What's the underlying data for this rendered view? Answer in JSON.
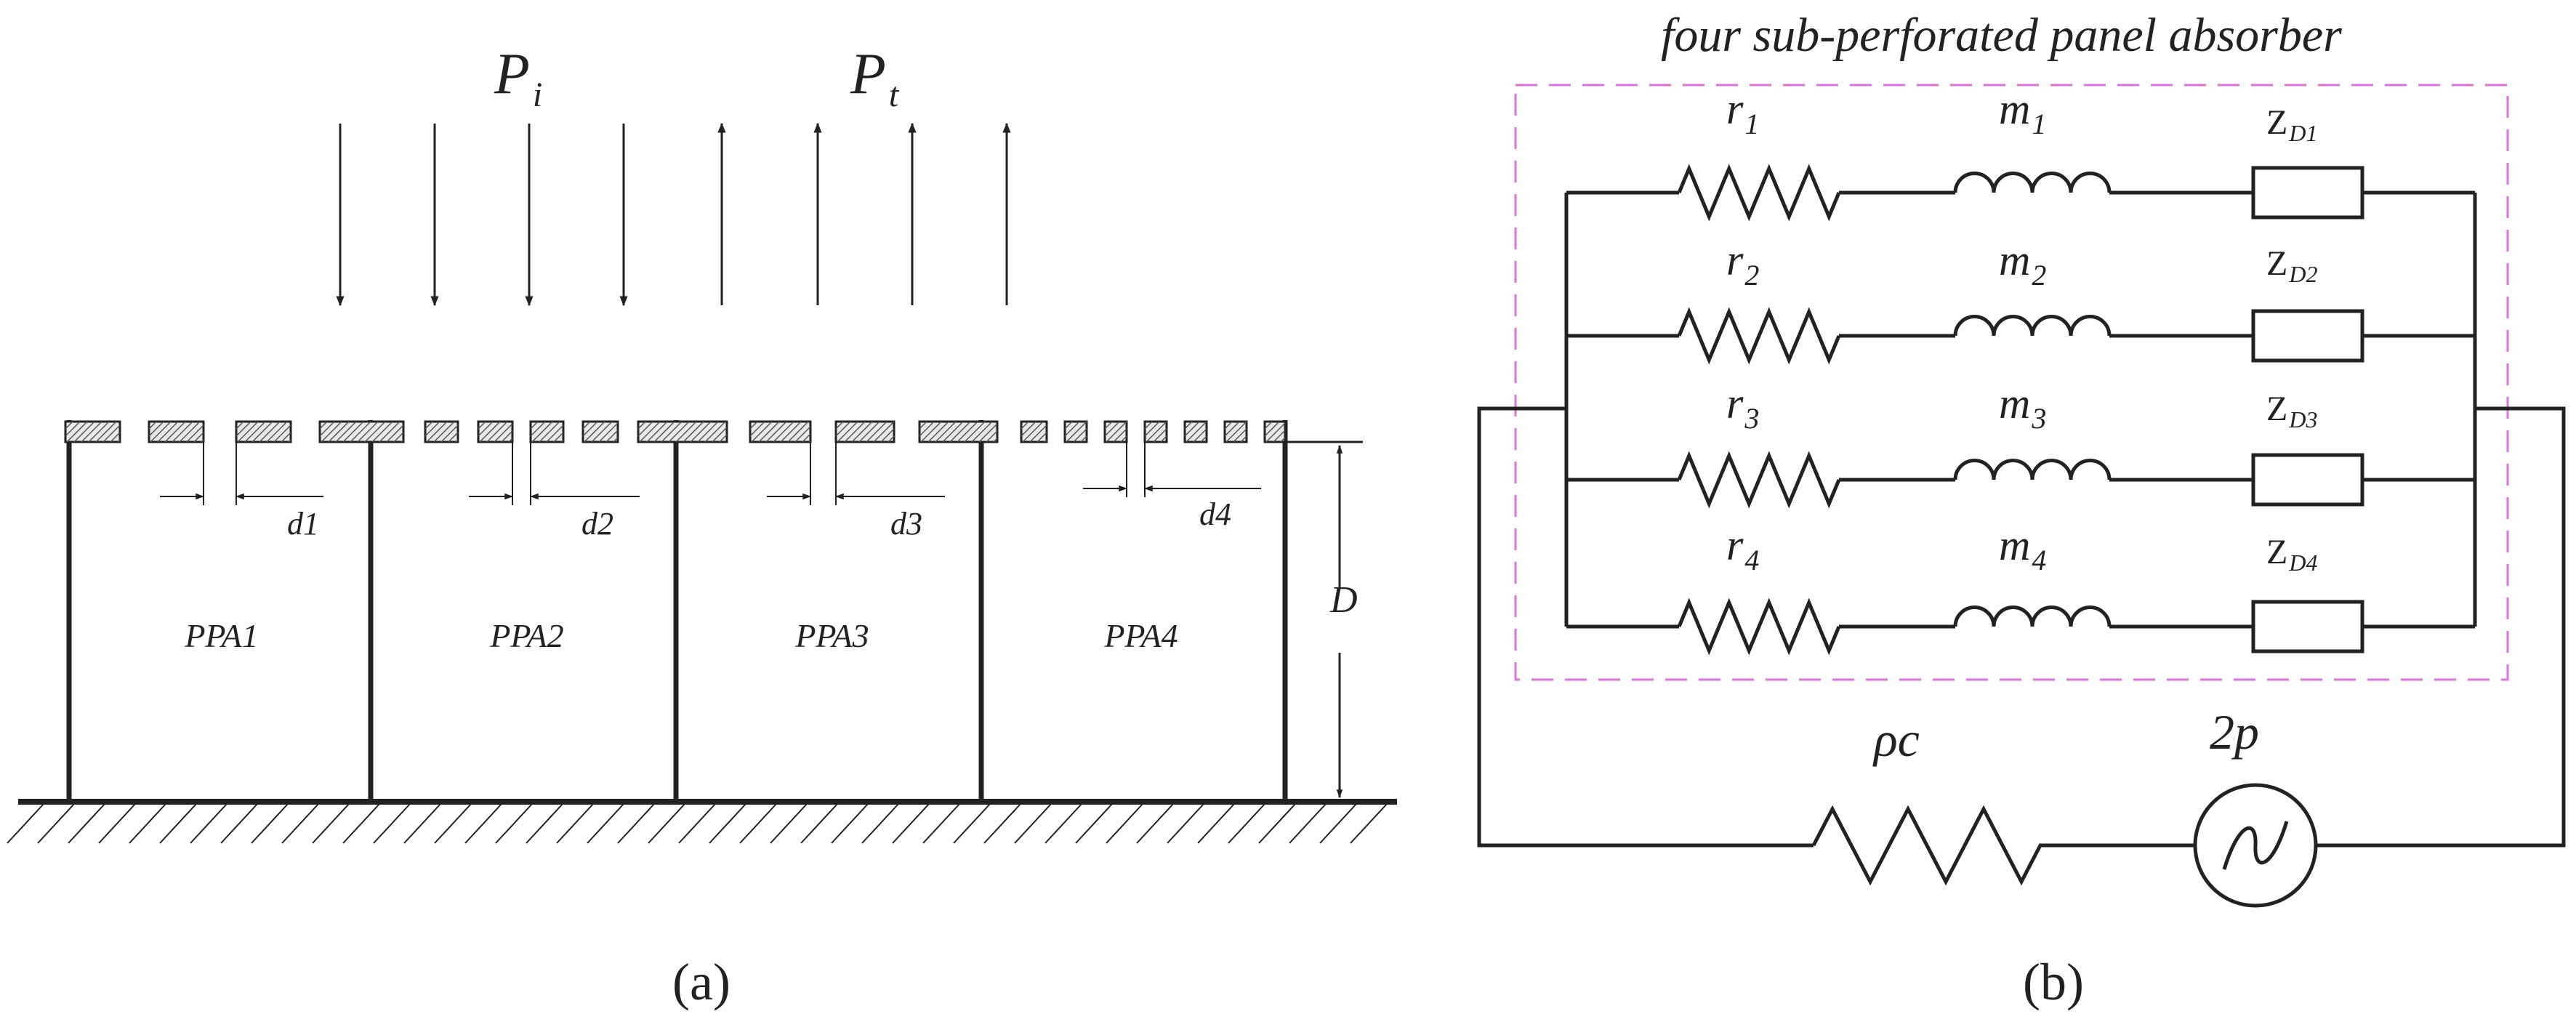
{
  "panel_a": {
    "caption": "(a)",
    "incident_symbol": "P",
    "incident_subscript": "i",
    "transmitted_symbol": "P",
    "transmitted_subscript": "t",
    "cavities": [
      {
        "label": "PPA1",
        "hole_label": "d1"
      },
      {
        "label": "PPA2",
        "hole_label": "d2"
      },
      {
        "label": "PPA3",
        "hole_label": "d3"
      },
      {
        "label": "PPA4",
        "hole_label": "d4"
      }
    ],
    "depth_label": "D"
  },
  "panel_b": {
    "caption": "(b)",
    "box_title": "four sub-perforated panel absorber",
    "branches": [
      {
        "r": "r",
        "r_sub": "1",
        "m": "m",
        "m_sub": "1",
        "z": "Z",
        "z_sub": "D1"
      },
      {
        "r": "r",
        "r_sub": "2",
        "m": "m",
        "m_sub": "2",
        "z": "Z",
        "z_sub": "D2"
      },
      {
        "r": "r",
        "r_sub": "3",
        "m": "m",
        "m_sub": "3",
        "z": "Z",
        "z_sub": "D3"
      },
      {
        "r": "r",
        "r_sub": "4",
        "m": "m",
        "m_sub": "4",
        "z": "Z",
        "z_sub": "D4"
      }
    ],
    "source_resistance_label": "ρc",
    "source_label": "2p"
  },
  "colors": {
    "ink": "#222222",
    "dashed_box": "#e070e0",
    "hatch_fill": "#e8e8e8"
  }
}
